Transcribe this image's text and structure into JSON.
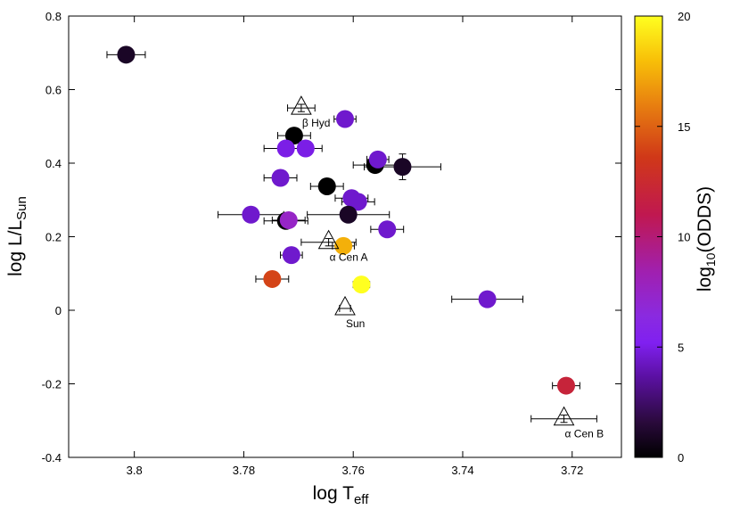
{
  "chart_data": {
    "type": "scatter",
    "xlabel": {
      "main": "log T",
      "sub": "eff"
    },
    "ylabel": {
      "main": "log L/L",
      "sub": "Sun"
    },
    "xlim": [
      3.812,
      3.711
    ],
    "ylim": [
      -0.4,
      0.8
    ],
    "x_ticks": [
      3.8,
      3.78,
      3.76,
      3.74,
      3.72
    ],
    "x_tick_labels": [
      "3.8",
      "3.78",
      "3.76",
      "3.74",
      "3.72"
    ],
    "y_ticks": [
      -0.4,
      -0.2,
      0,
      0.2,
      0.4,
      0.6,
      0.8
    ],
    "y_tick_labels": [
      "-0.4",
      "-0.2",
      "0",
      "0.2",
      "0.4",
      "0.6",
      "0.8"
    ],
    "grid": false,
    "colorbar": {
      "label": {
        "main": "log",
        "sub": "10",
        "rest": "(ODDS)"
      },
      "range": [
        0,
        20
      ],
      "ticks": [
        0,
        5,
        10,
        15,
        20
      ],
      "tick_labels": [
        "0",
        "5",
        "10",
        "15",
        "20"
      ],
      "colormap": "black-purple-red-orange-yellow"
    },
    "points": [
      {
        "x": 3.8015,
        "y": 0.695,
        "xerr": 0.0035,
        "odds": 1.0
      },
      {
        "x": 3.7708,
        "y": 0.475,
        "xerr": 0.003,
        "odds": 0.0
      },
      {
        "x": 3.7615,
        "y": 0.52,
        "xerr": 0.002,
        "odds": 4.5
      },
      {
        "x": 3.7723,
        "y": 0.44,
        "xerr": 0.004,
        "odds": 5.0
      },
      {
        "x": 3.7687,
        "y": 0.44,
        "xerr": 0.003,
        "odds": 5.0
      },
      {
        "x": 3.756,
        "y": 0.395,
        "xerr": 0.004,
        "odds": 0.0
      },
      {
        "x": 3.7555,
        "y": 0.41,
        "xerr": 0.002,
        "odds": 4.5
      },
      {
        "x": 3.751,
        "y": 0.39,
        "xerr": 0.007,
        "yerr": 0.035,
        "odds": 1.0
      },
      {
        "x": 3.7733,
        "y": 0.36,
        "xerr": 0.003,
        "odds": 4.5
      },
      {
        "x": 3.7648,
        "y": 0.337,
        "xerr": 0.003,
        "odds": 0.0
      },
      {
        "x": 3.7603,
        "y": 0.305,
        "xerr": 0.003,
        "odds": 4.5
      },
      {
        "x": 3.7591,
        "y": 0.295,
        "xerr": 0.003,
        "odds": 4.5
      },
      {
        "x": 3.7787,
        "y": 0.26,
        "xerr": 0.006,
        "odds": 4.5
      },
      {
        "x": 3.7609,
        "y": 0.26,
        "xerr": 0.0075,
        "odds": 1.0
      },
      {
        "x": 3.7723,
        "y": 0.243,
        "xerr": 0.004,
        "odds": 0.0
      },
      {
        "x": 3.7718,
        "y": 0.245,
        "xerr": 0.003,
        "odds": 7.5
      },
      {
        "x": 3.7538,
        "y": 0.22,
        "xerr": 0.003,
        "odds": 4.5
      },
      {
        "x": 3.7618,
        "y": 0.175,
        "xerr": 0.002,
        "odds": 17.5
      },
      {
        "x": 3.7713,
        "y": 0.15,
        "xerr": 0.002,
        "odds": 4.5
      },
      {
        "x": 3.7748,
        "y": 0.085,
        "xerr": 0.003,
        "odds": 14.0
      },
      {
        "x": 3.7585,
        "y": 0.07,
        "xerr": 0.0015,
        "odds": 20.0
      },
      {
        "x": 3.7355,
        "y": 0.03,
        "xerr": 0.0065,
        "odds": 4.5
      },
      {
        "x": 3.7211,
        "y": -0.205,
        "xerr": 0.0025,
        "odds": 12.0
      }
    ],
    "reference_stars": [
      {
        "name": "β Hyd",
        "x": 3.7695,
        "y": 0.55,
        "xerr": 0.0025,
        "yerr": 0.01
      },
      {
        "name": "α Cen A",
        "x": 3.7645,
        "y": 0.185,
        "xerr": 0.005,
        "yerr": 0.01
      },
      {
        "name": "Sun",
        "x": 3.7615,
        "y": 0.005,
        "xerr": 0.001,
        "yerr": 0.0
      },
      {
        "name": "α Cen B",
        "x": 3.7215,
        "y": -0.295,
        "xerr": 0.006,
        "yerr": 0.01
      }
    ]
  }
}
